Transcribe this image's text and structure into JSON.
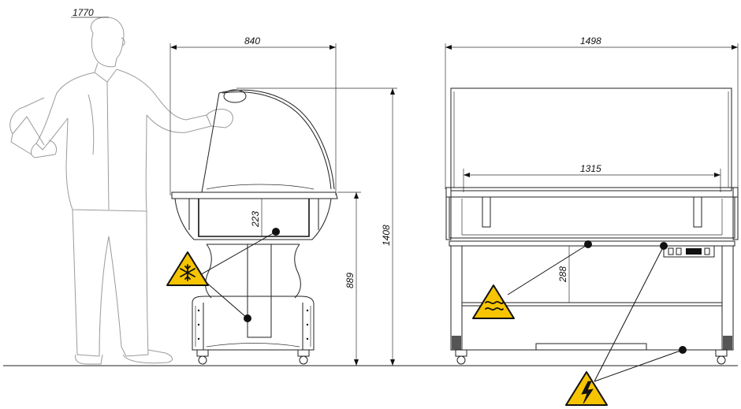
{
  "dimensions": {
    "person_height": "1770",
    "side_width": "840",
    "side_height_total": "1408",
    "side_counter_height": "889",
    "side_tank_depth": "223",
    "front_width": "1498",
    "front_inner_width": "1315",
    "front_shelf_gap": "288"
  },
  "warning_signs": [
    {
      "name": "refrigeration",
      "icon": "snowflake-icon",
      "color": "#f6c400"
    },
    {
      "name": "heating",
      "icon": "heat-waves-icon",
      "color": "#f6c400"
    },
    {
      "name": "electrical",
      "icon": "lightning-icon",
      "color": "#f6c400"
    }
  ],
  "colors": {
    "line": "#222222",
    "person_outline": "#9a9a9a",
    "warning_yellow": "#f6c400"
  }
}
